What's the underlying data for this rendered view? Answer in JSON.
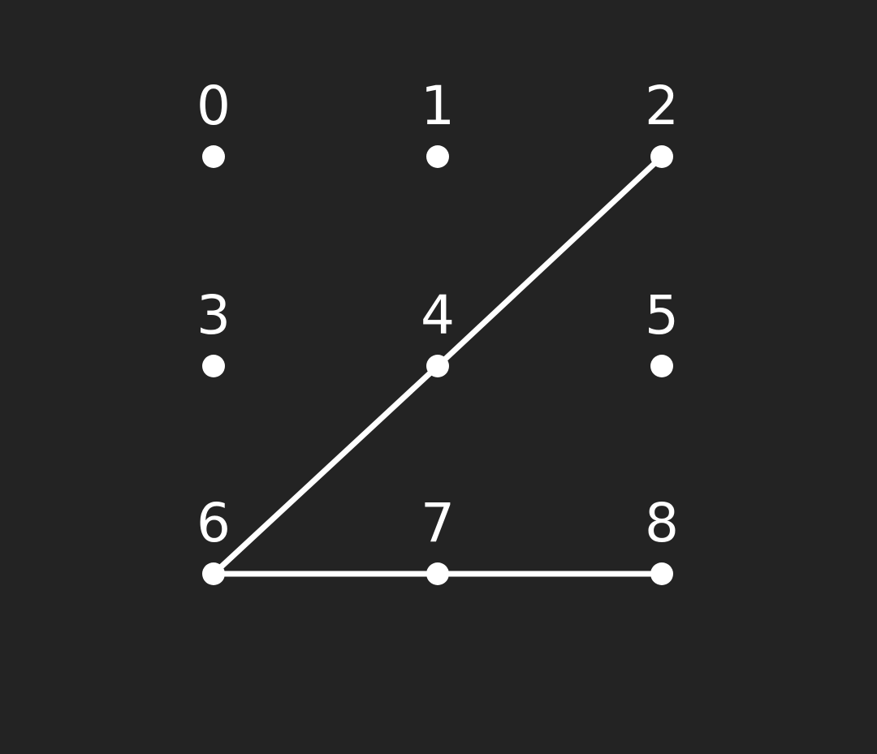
{
  "colors": {
    "background": "#232323",
    "foreground": "#ffffff"
  },
  "nodes": [
    {
      "id": 0,
      "label": "0"
    },
    {
      "id": 1,
      "label": "1"
    },
    {
      "id": 2,
      "label": "2"
    },
    {
      "id": 3,
      "label": "3"
    },
    {
      "id": 4,
      "label": "4"
    },
    {
      "id": 5,
      "label": "5"
    },
    {
      "id": 6,
      "label": "6"
    },
    {
      "id": 7,
      "label": "7"
    },
    {
      "id": 8,
      "label": "8"
    }
  ],
  "edges": [
    {
      "from": 2,
      "to": 4
    },
    {
      "from": 4,
      "to": 6
    },
    {
      "from": 6,
      "to": 7
    },
    {
      "from": 7,
      "to": 8
    }
  ]
}
